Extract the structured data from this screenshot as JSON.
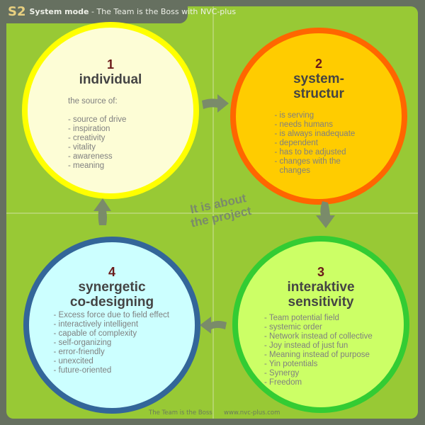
{
  "header": {
    "code": "S2",
    "mode": "System mode",
    "subtitle": " - The Team is the Boss with NVC-plus"
  },
  "center_label": {
    "line1": "It is about",
    "line2": "the project"
  },
  "circles": [
    {
      "number": "1",
      "title_lines": [
        "individual"
      ],
      "intro": "the source of:",
      "items": [
        "- source of drive",
        "- inspiration",
        "- creativity",
        "- vitality",
        "- awareness",
        "- meaning"
      ],
      "fill": "#fdfdd6",
      "ring": "#ffff00"
    },
    {
      "number": "2",
      "title_lines": [
        "system-",
        "structur"
      ],
      "items": [
        "- is serving",
        "- needs humans",
        "- is always inadequate",
        "- dependent",
        "- has to be adjusted",
        "- changes with the",
        "changes"
      ],
      "fill": "#ffcc00",
      "ring": "#ff6600"
    },
    {
      "number": "3",
      "title_lines": [
        "interaktive",
        "sensitivity"
      ],
      "items": [
        "- Team potential field",
        "- systemic order",
        "- Network instead of collective",
        "- Joy instead of just fun",
        "- Meaning instead of purpose",
        "- Yin potentials",
        "- Synergy",
        "- Freedom"
      ],
      "fill": "#ccff66",
      "ring": "#33cc33"
    },
    {
      "number": "4",
      "title_lines": [
        "synergetic",
        "co-designing"
      ],
      "items": [
        "- Excess force due to field effect",
        "- interactively intelligent",
        "- capable of complexity",
        "- self-organizing",
        "- error-friendly",
        "- unexcited",
        "- future-oriented"
      ],
      "fill": "#ccffff",
      "ring": "#336699"
    }
  ],
  "arrows": [
    {
      "from": "1",
      "to": "2",
      "direction": "right"
    },
    {
      "from": "2",
      "to": "3",
      "direction": "down"
    },
    {
      "from": "3",
      "to": "4",
      "direction": "left"
    },
    {
      "from": "4",
      "to": "1",
      "direction": "up"
    }
  ],
  "colors": {
    "background": "#667060",
    "panel": "#98c935",
    "arrow": "#7a8b6a"
  },
  "footer": {
    "left": "The Team is the Boss",
    "right": "www.nvc-plus.com"
  }
}
